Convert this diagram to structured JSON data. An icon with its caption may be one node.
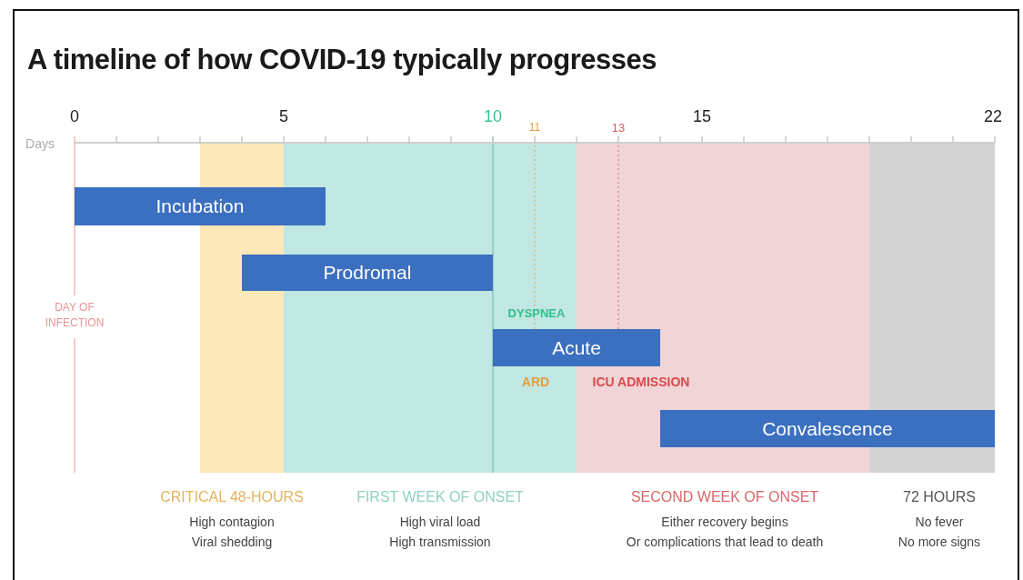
{
  "diagram": {
    "title": "A timeline of how COVID-19 typically progresses",
    "nodes": [
      {
        "text": [
          "Incubation"
        ]
      },
      {
        "text": [
          "Prodromal"
        ]
      },
      {
        "text": [
          "Acute"
        ]
      },
      {
        "text": [
          "Convalescence"
        ]
      },
      {
        "text": [
          "CRITICAL 48-HOURS",
          "High contagion",
          "Viral shedding"
        ]
      },
      {
        "text": [
          "FIRST WEEK OF ONSET",
          "High viral load",
          "High transmission"
        ]
      },
      {
        "text": [
          "SECOND WEEK OF ONSET",
          "Either recovery begins",
          "Or complications that lead to death"
        ]
      },
      {
        "text": [
          "72 HOURS",
          "No fever",
          "No more signs"
        ]
      }
    ],
    "edges": [],
    "labels": [
      "0",
      "5",
      "10",
      "11",
      "13",
      "15",
      "22",
      "Days",
      "DAY OF INFECTION",
      "DYSPNEA",
      "ARD",
      "ICU ADMISSION"
    ]
  }
}
